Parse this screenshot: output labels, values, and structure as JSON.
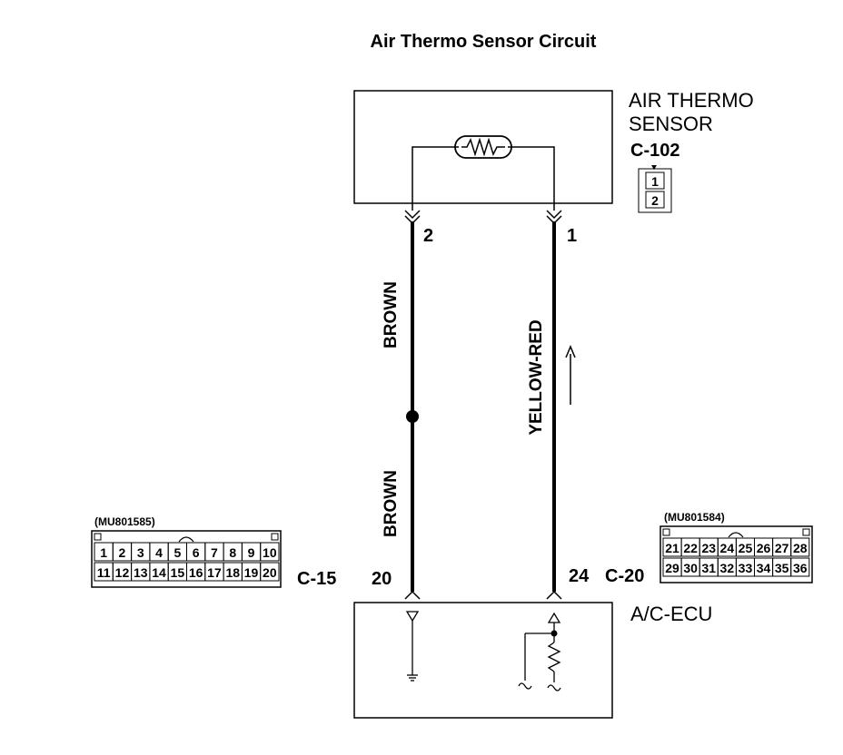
{
  "title": "Air Thermo Sensor Circuit",
  "sensor": {
    "name_line1": "AIR THERMO",
    "name_line2": "SENSOR",
    "connector": "C-102",
    "pins": [
      "1",
      "2"
    ],
    "pin_left": "2",
    "pin_right": "1"
  },
  "wires": {
    "left_upper": "BROWN",
    "left_lower": "BROWN",
    "right": "YELLOW-RED"
  },
  "ecu": {
    "name": "A/C-ECU",
    "left_connector": "C-15",
    "left_pin": "20",
    "right_connector": "C-20",
    "right_pin": "24"
  },
  "connector_c15": {
    "part_no": "(MU801585)",
    "row1": [
      "1",
      "2",
      "3",
      "4",
      "5",
      "6",
      "7",
      "8",
      "9",
      "10"
    ],
    "row2": [
      "11",
      "12",
      "13",
      "14",
      "15",
      "16",
      "17",
      "18",
      "19",
      "20"
    ]
  },
  "connector_c20": {
    "part_no": "(MU801584)",
    "row1": [
      "21",
      "22",
      "23",
      "24",
      "25",
      "26",
      "27",
      "28"
    ],
    "row2": [
      "29",
      "30",
      "31",
      "32",
      "33",
      "34",
      "35",
      "36"
    ]
  }
}
